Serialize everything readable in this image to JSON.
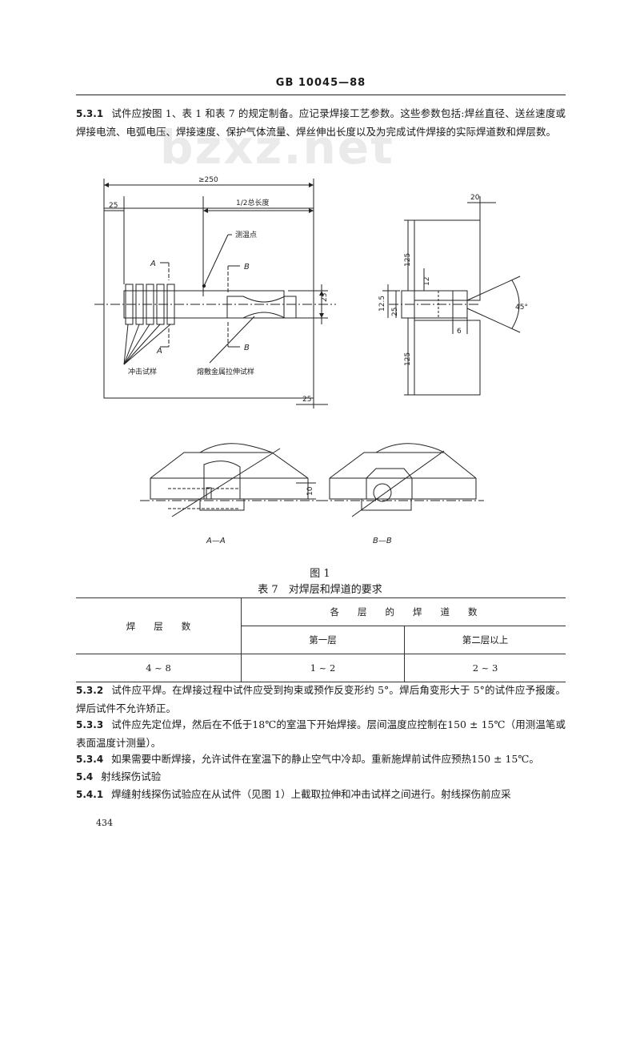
{
  "header": {
    "title": "GB 10045—88"
  },
  "watermark": "bzxz.net",
  "para_531": {
    "num": "5.3.1",
    "text": "试件应按图 1、表 1 和表 7 的规定制备。应记录焊接工艺参数。这些参数包括:焊丝直径、送丝速度或焊接电流、电弧电压、焊接速度、保护气体流量、焊丝伸出长度以及为完成试件焊接的实际焊道数和焊层数。"
  },
  "figure": {
    "dim_250": "≥250",
    "dim_25_left": "25",
    "dim_half_length": "1/2总长度",
    "label_temp_point": "测温点",
    "label_A_top": "A",
    "label_A_bottom": "A",
    "label_B_top": "B",
    "label_B_bottom": "B",
    "dim_25_right": "25",
    "label_impact": "冲击试样",
    "label_tensile": "熔敷金属拉伸试样",
    "dim_25_bottom": "25",
    "dim_20": "20",
    "dim_125_top": "125",
    "dim_12": "12",
    "dim_12_5": "12.5",
    "dim_25_side": "25",
    "dim_45": "45°",
    "dim_6": "6",
    "dim_125_bottom": "125",
    "dim_10": "10",
    "section_AA": "A—A",
    "section_BB": "B—B",
    "caption": "图 1"
  },
  "table7": {
    "title": "表 7　对焊层和焊道的要求",
    "col_layers": "焊　　层　　数",
    "col_passes": "各　　层　　的　　焊　　道　　数",
    "sub_first": "第一层",
    "sub_second": "第二层以上",
    "row": {
      "layers": "4 ~ 8",
      "first": "1 ~ 2",
      "second": "2 ~ 3"
    }
  },
  "para_532": {
    "num": "5.3.2",
    "text": "试件应平焊。在焊接过程中试件应受到拘束或预作反变形约 5°。焊后角变形大于 5°的试件应予报废。焊后试件不允许矫正。"
  },
  "para_533": {
    "num": "5.3.3",
    "text": "试件应先定位焊，然后在不低于18℃的室温下开始焊接。层间温度应控制在150 ± 15℃（用测温笔或表面温度计测量）。"
  },
  "para_534": {
    "num": "5.3.4",
    "text": "如果需要中断焊接，允许试件在室温下的静止空气中冷却。重新施焊前试件应预热150 ± 15℃。"
  },
  "para_54": {
    "num": "5.4",
    "text": "射线探伤试验"
  },
  "para_541": {
    "num": "5.4.1",
    "text": "焊缝射线探伤试验应在从试件（见图 1）上截取拉伸和冲击试样之间进行。射线探伤前应采"
  },
  "page_number": "434"
}
